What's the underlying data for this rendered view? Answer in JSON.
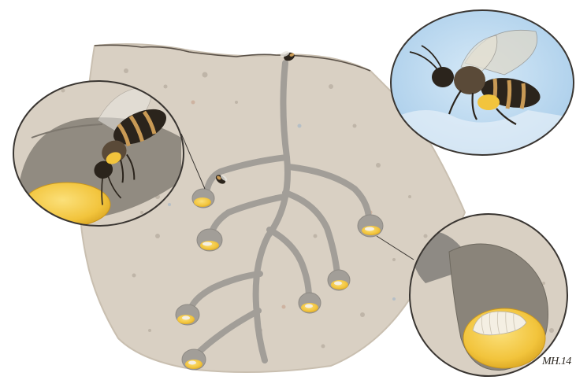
{
  "illustration": {
    "subject": "ground-nesting-bee",
    "signature": "MH.14",
    "colors": {
      "soil": "#d9d0c3",
      "soil_edge": "#c9bfb0",
      "tunnel": "#a29e98",
      "tunnel_outline": "#8e8a84",
      "pollen": "#f2c43c",
      "pollen_dark": "#d9a521",
      "larva": "#f4efe3",
      "sky": "#b9d8ef",
      "bee_body": "#2b241c",
      "bee_band": "#c99a55",
      "frame": "#3a3632"
    },
    "insets": [
      {
        "name": "bee-provisioning-cell",
        "shows": "bee-icon"
      },
      {
        "name": "bee-flying-sky",
        "shows": "bee-icon"
      },
      {
        "name": "larva-on-pollen-ball",
        "shows": "larva-icon"
      }
    ]
  }
}
